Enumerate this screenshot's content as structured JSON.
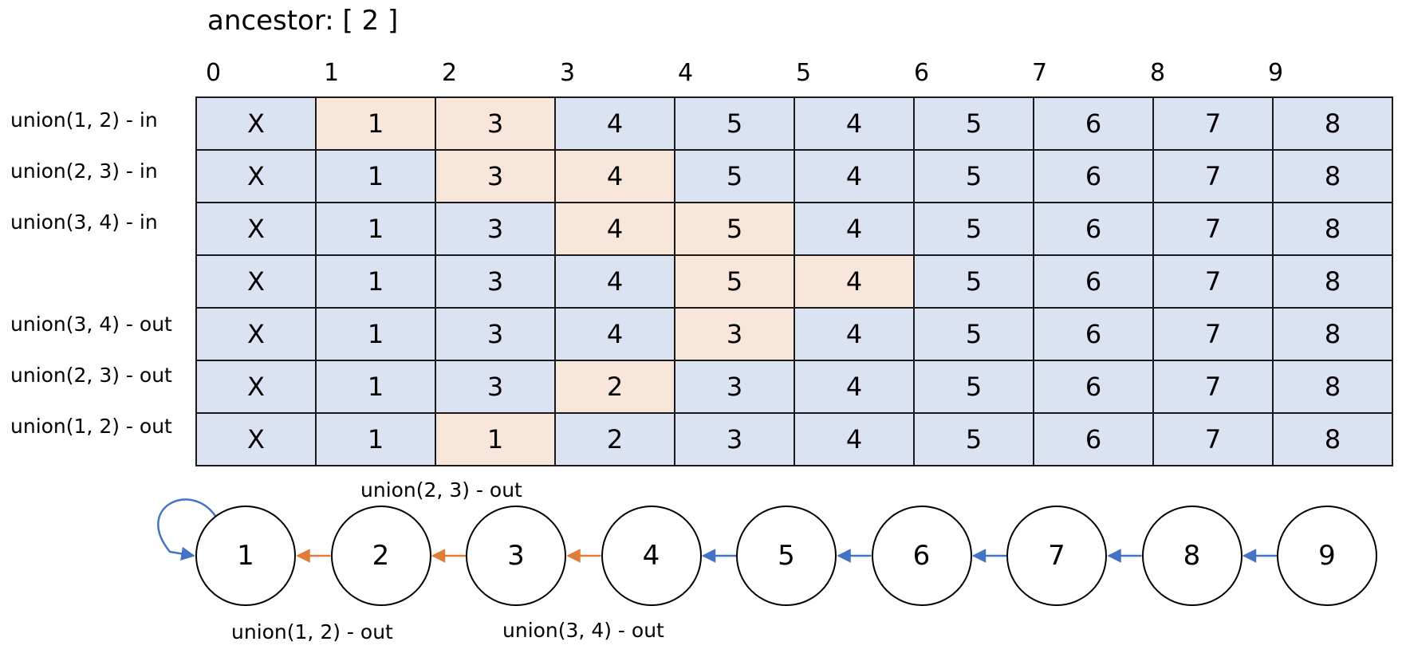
{
  "title": "ancestor: [ 2 ]",
  "columns": [
    "0",
    "1",
    "2",
    "3",
    "4",
    "5",
    "6",
    "7",
    "8",
    "9"
  ],
  "rows": [
    {
      "label": "union(1, 2) - in",
      "cells": [
        "X",
        "1",
        "3",
        "4",
        "5",
        "4",
        "5",
        "6",
        "7",
        "8"
      ],
      "highlight": [
        1,
        2
      ]
    },
    {
      "label": "union(2, 3) - in",
      "cells": [
        "X",
        "1",
        "3",
        "4",
        "5",
        "4",
        "5",
        "6",
        "7",
        "8"
      ],
      "highlight": [
        2,
        3
      ]
    },
    {
      "label": "union(3, 4) - in",
      "cells": [
        "X",
        "1",
        "3",
        "4",
        "5",
        "4",
        "5",
        "6",
        "7",
        "8"
      ],
      "highlight": [
        3,
        4
      ]
    },
    {
      "label": "",
      "cells": [
        "X",
        "1",
        "3",
        "4",
        "5",
        "4",
        "5",
        "6",
        "7",
        "8"
      ],
      "highlight": [
        4,
        5
      ]
    },
    {
      "label": "union(3, 4) - out",
      "cells": [
        "X",
        "1",
        "3",
        "4",
        "3",
        "4",
        "5",
        "6",
        "7",
        "8"
      ],
      "highlight": [
        4
      ]
    },
    {
      "label": "union(2, 3) - out",
      "cells": [
        "X",
        "1",
        "3",
        "2",
        "3",
        "4",
        "5",
        "6",
        "7",
        "8"
      ],
      "highlight": [
        3
      ]
    },
    {
      "label": "union(1, 2) - out",
      "cells": [
        "X",
        "1",
        "1",
        "2",
        "3",
        "4",
        "5",
        "6",
        "7",
        "8"
      ],
      "highlight": [
        2
      ]
    }
  ],
  "nodes": [
    "1",
    "2",
    "3",
    "4",
    "5",
    "6",
    "7",
    "8",
    "9"
  ],
  "edges": [
    {
      "from": "2",
      "to": "1",
      "color": "#e07b39"
    },
    {
      "from": "3",
      "to": "2",
      "color": "#e07b39"
    },
    {
      "from": "4",
      "to": "3",
      "color": "#e07b39"
    },
    {
      "from": "5",
      "to": "4",
      "color": "#4472c4"
    },
    {
      "from": "6",
      "to": "5",
      "color": "#4472c4"
    },
    {
      "from": "7",
      "to": "6",
      "color": "#4472c4"
    },
    {
      "from": "8",
      "to": "7",
      "color": "#4472c4"
    },
    {
      "from": "9",
      "to": "8",
      "color": "#4472c4"
    }
  ],
  "self_loop": {
    "node": "1",
    "color": "#4472c4"
  },
  "edge_labels": {
    "top": "union(2, 3) - out",
    "bottom_left": "union(1, 2) - out",
    "bottom_right": "union(3, 4) - out"
  },
  "colors": {
    "cell": "#dbe2f1",
    "highlight": "#f8e6da",
    "orange_edge": "#e07b39",
    "blue_edge": "#4472c4"
  }
}
